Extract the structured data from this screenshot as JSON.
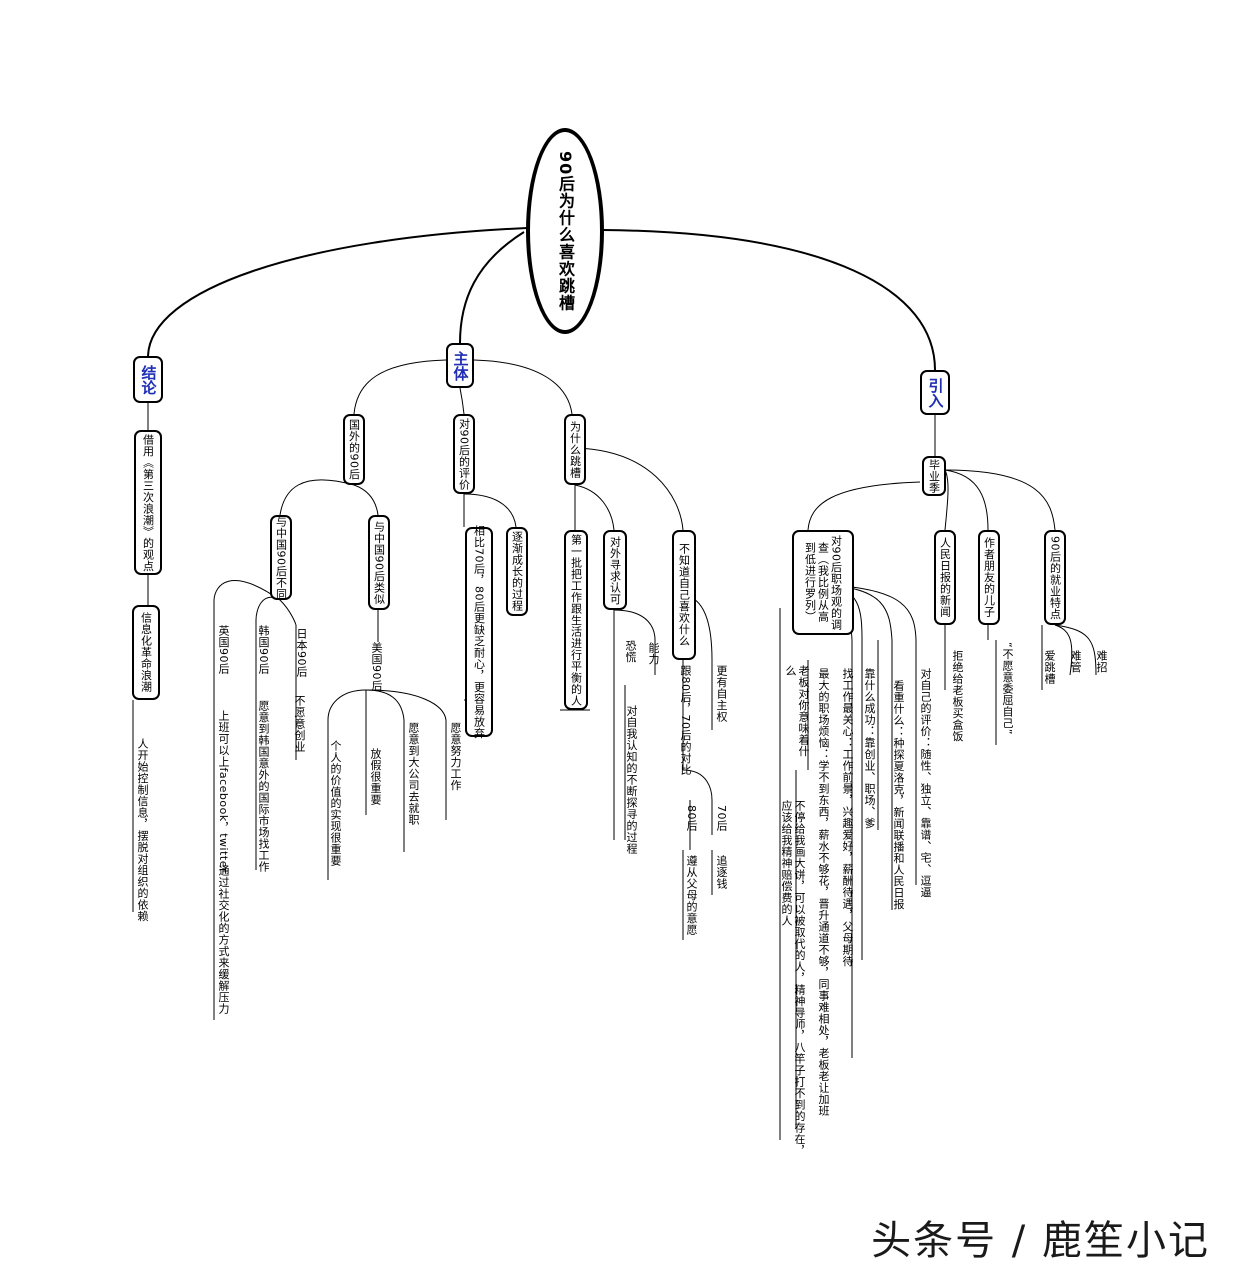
{
  "root": {
    "title": "90后为什么喜欢跳槽"
  },
  "branches": {
    "conclusion": {
      "label": "结论",
      "nodes": {
        "n1": "借用《第三次浪潮》的观点",
        "n2": "信息化革命浪潮",
        "n2_leaf": "人开始控制信息，摆脱对组织的依赖"
      }
    },
    "body": {
      "label": "主体",
      "abroad": {
        "label": "国外的90后",
        "diff": {
          "label": "与中国90后不同",
          "leaves": [
            "英国90后",
            "韩国90后",
            "日本90后"
          ],
          "sub": [
            "上班可以上facebook，twitter",
            "愿意到韩国意外的国际市场找工作",
            "不愿意创业"
          ],
          "deep": "通过社交化的方式来缓解压力"
        },
        "similar": {
          "label": "与中国90后类似",
          "us": "美国90后",
          "leaves": [
            "个人的价值的实现很重要",
            "放假很重要",
            "愿意到大公司去就职",
            "愿意努力工作"
          ]
        }
      },
      "evaluation": {
        "label": "对90后的评价",
        "leaves": [
          "相比70后，80后更缺乏耐心，更容易放弃",
          "逐渐成长的过程"
        ]
      },
      "why": {
        "label": "为什么跳槽",
        "first": "第一批把工作跟生活进行平衡的人",
        "recognition": {
          "label": "对外寻求认可",
          "leaves": [
            "能力",
            "恐慌"
          ],
          "sub": "对自我认知的不断探寻的过程"
        },
        "unknown": {
          "label": "不知道自己喜欢什么",
          "compare": "跟80后，70后的对比",
          "free": "更有自主权",
          "g70": "70后",
          "g70_leaf": "追逐钱",
          "g80": "80后",
          "g80_leaf": "遵从父母的意愿"
        }
      }
    },
    "intro": {
      "label": "引入",
      "season": "毕业季",
      "survey": {
        "label": [
          "对90后职场观的调",
          "查（我比例从高",
          "到低进行罗列）"
        ],
        "leaves": [
          "对自己的评价：随性、独立、靠谱、宅、逗逼",
          "看重什么：种探夏洛克，新闻联播和人民日报",
          "靠什么成功：靠创业、职场、爹",
          "找工作最关心：工作前景，兴趣爱好，薪酬待遇，父母期待",
          "最大的职场烦恼：学不到东西，薪水不够花，晋升通道不够，同事难相处，老板老让加班"
        ],
        "boss": [
          "老板对你意味着什",
          "么"
        ],
        "boss_leaf": [
          "不停给我画大饼，可以被取代的人，精神导师，八竿子打不到的存在，",
          "应该给我精神赔偿费的人"
        ]
      },
      "news": {
        "label": "人民日报的新闻",
        "leaf": "拒绝给老板买盒饭"
      },
      "author": {
        "label": "作者朋友的儿子",
        "leaf": "“不愿意委屈自己”"
      },
      "traits": {
        "label": "90后的就业特点",
        "leaves": [
          "爱跳槽",
          "难管",
          "难招"
        ]
      }
    }
  },
  "watermark": "头条号 / 鹿笙小记"
}
